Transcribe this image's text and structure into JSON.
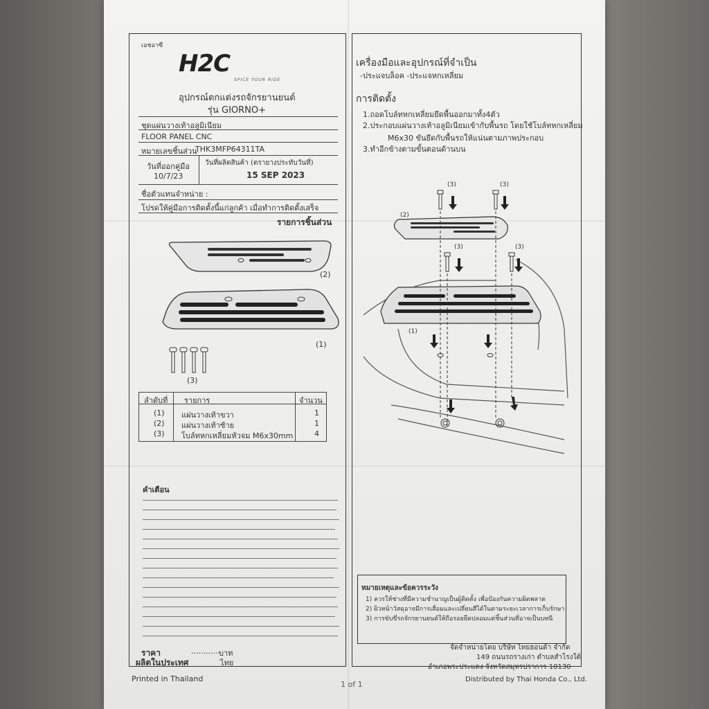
{
  "header": {
    "corner_note": "เอชอาซี",
    "logo": "H2C",
    "logo_tagline": "SPICE YOUR RIDE",
    "title_line1": "อุปกรณ์ตกแต่งรถจักรยานยนต์",
    "title_line2": "รุ่น  GIORNO+"
  },
  "product": {
    "name_th": "ชุดแผ่นวางเท้าอลูมิเนียม",
    "name_en": "FLOOR PANEL CNC",
    "part_label": "หมายเลขชิ้นส่วน",
    "part_number": "THK3MFP64311TA",
    "issue_label": "วันที่ออกคู่มือ",
    "issue_date": "10/7/23",
    "mfg_label": "วันที่ผลิตสินค้า  (ตรายางประทับวันที่)",
    "mfg_date": "15 SEP 2023",
    "dealer_label": "ชื่อตัวแทนจำหน่าย :",
    "dealer_note": "โปรดให้คู่มือการติดตั้งนี้แก่ลูกค้า  เมื่อทำการติดตั้งเสร็จ"
  },
  "parts_section": {
    "title": "รายการชิ้นส่วน",
    "callout_2": "(2)",
    "callout_1": "(1)",
    "callout_3": "(3)"
  },
  "parts_table": {
    "headers": [
      "ลำดับที่",
      "รายการ",
      "จำนวน"
    ],
    "rows": [
      {
        "no": "(1)",
        "item": "แผ่นวางเท้าขวา",
        "qty": "1"
      },
      {
        "no": "(2)",
        "item": "แผ่นวางเท้าซ้าย",
        "qty": "1"
      },
      {
        "no": "(3)",
        "item": "โบล์ทหกเหลี่ยมหัวจม  M6x30mm",
        "qty": "4"
      }
    ]
  },
  "warning": {
    "title": "คำเตือน"
  },
  "price": {
    "label": "ราคา",
    "dots": "............",
    "unit": "บาท",
    "origin_label": "ผลิตในประเทศ",
    "origin_value": "ไทย"
  },
  "tools": {
    "title": "เครื่องมือและอุปกรณ์ที่จำเป็น",
    "list": "-ประแจบล็อค  -ประแจหกเหลี่ยม"
  },
  "install": {
    "title": "การติดตั้ง",
    "step1": "1.ถอดโบล์ทหกเหลี่ยมยึดพื้นออกมาทั้ง4ตัว",
    "step2a": "2.ประกอบแผ่นวางเท้าอลูมิเนียมเข้ากับพื้นรถ  โดยใช้โบล์ทหกเหลี่ยม",
    "step2b": "M6x30  ขันยึดกับพื้นรถให้แน่นตามภาพประกอบ",
    "step3": "3.ทำอีกข้างตามขั้นตอนด้านบน",
    "fig_3a": "(3)",
    "fig_3b": "(3)",
    "fig_2": "(2)",
    "fig_3c": "(3)",
    "fig_3d": "(3)",
    "fig_1": "(1)"
  },
  "notice": {
    "title": "หมายเหตุและข้อควรระวัง",
    "items": [
      "1) ควรให้ช่างที่มีความชำนาญเป็นผู้ติดตั้ง เพื่อป้องกันความผิดพลาด",
      "2) ผิวหน้าวัสดุอาจมีการเสื่อมและเปลี่ยนสีได้ในตามระยะเวลาการเก็บรักษา",
      "3) การขับขี่รถจักรยานยนต์ให้ถือรอยยึดปลอมแต่ชิ้นส่วนที่อาจเป็นบทนี"
    ]
  },
  "distributor": {
    "line1": "จัดจำหน่ายโดย  บริษัท  ไทยฮอนด้า  จำกัด",
    "line2": "149  ถนนรถรางเก่า  ตำบลสำโรงใต้",
    "line3": "อำเภอพระประแดง  จังหวัดสมุทรปราการ  10130"
  },
  "footer": {
    "printed": "Printed in Thailand",
    "page": "1 of 1",
    "distributed": "Distributed by Thai Honda Co., Ltd."
  },
  "colors": {
    "background": "#6e6c68",
    "paper": "#efefed",
    "ink": "#2a2a2a"
  }
}
